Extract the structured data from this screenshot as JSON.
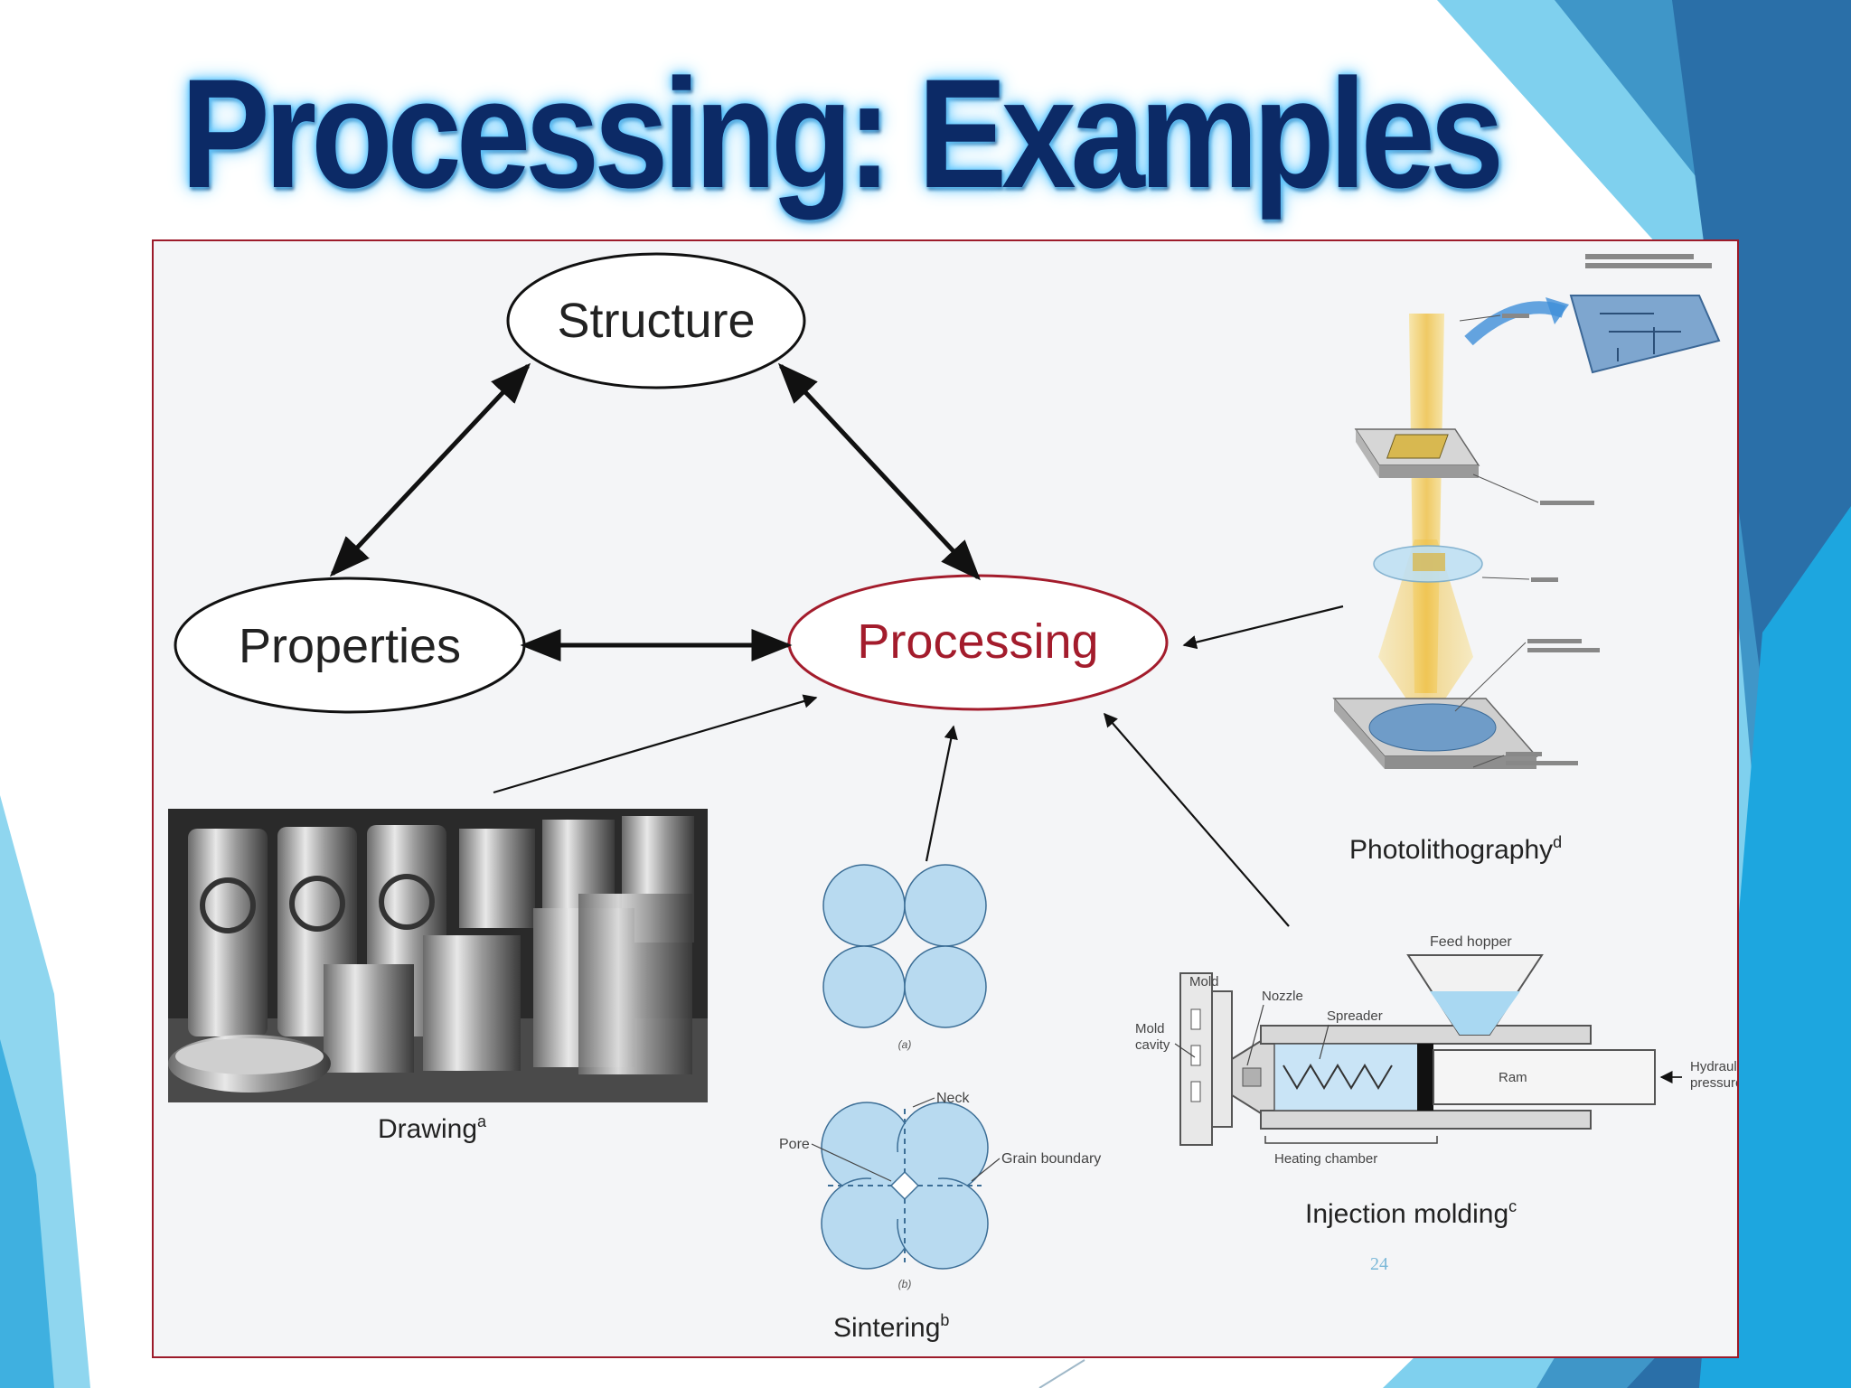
{
  "slide": {
    "title": "Processing:  Examples",
    "page_number": "24"
  },
  "diagram": {
    "nodes": {
      "structure": "Structure",
      "properties": "Properties",
      "processing": "Processing"
    },
    "examples": {
      "drawing": {
        "label": "Drawing",
        "superscript": "a"
      },
      "sintering": {
        "label": "Sintering",
        "superscript": "b",
        "sub_a": "(a)",
        "sub_b": "(b)",
        "neck": "Neck",
        "pore": "Pore",
        "grain_boundary": "Grain boundary"
      },
      "injection": {
        "label": "Injection molding",
        "superscript": "c",
        "feed_hopper": "Feed hopper",
        "mold": "Mold",
        "nozzle": "Nozzle",
        "spreader": "Spreader",
        "mold_cavity_1": "Mold",
        "mold_cavity_2": "cavity",
        "ram": "Ram",
        "hydraulic_1": "Hydraulic",
        "hydraulic_2": "pressure",
        "heating_chamber": "Heating chamber"
      },
      "photolithography": {
        "label": "Photolithography",
        "superscript": "d"
      }
    },
    "colors": {
      "processing": "#a31c2c",
      "sphere_fill": "#b8daf0",
      "panel_border": "#9c1b2a",
      "title": "#0c2a66"
    }
  }
}
